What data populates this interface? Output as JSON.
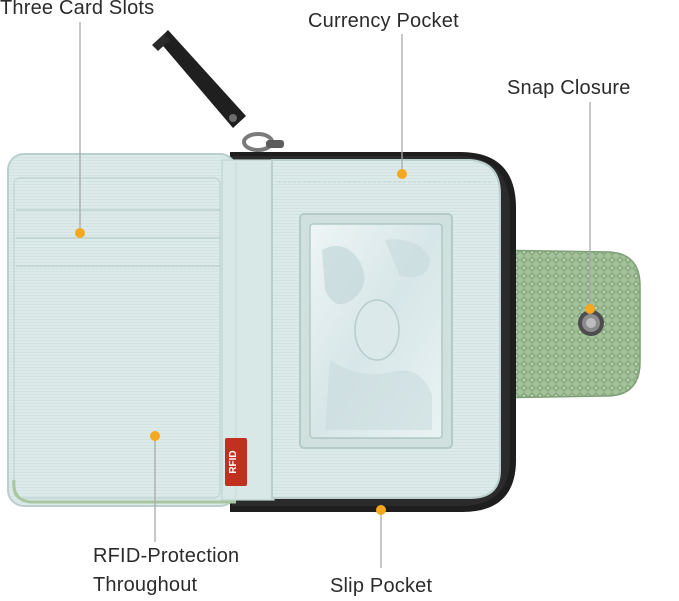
{
  "labels": {
    "card_slots": "Three Card Slots",
    "currency_pocket": "Currency Pocket",
    "snap_closure": "Snap Closure",
    "rfid_line1": "RFID-Protection",
    "rfid_line2": "Throughout",
    "slip_pocket": "Slip Pocket"
  },
  "product": {
    "tag_text": "RFID"
  },
  "colors": {
    "callout_dot": "#f4a820",
    "callout_line": "#a9a9a9",
    "lining": "#dcebea",
    "strap": "#9cbc93",
    "zipper": "#1d1d1d",
    "tag": "#c0321f"
  },
  "icons": [
    "zipper-pull-icon",
    "snap-button-icon",
    "rfid-tag-icon"
  ]
}
